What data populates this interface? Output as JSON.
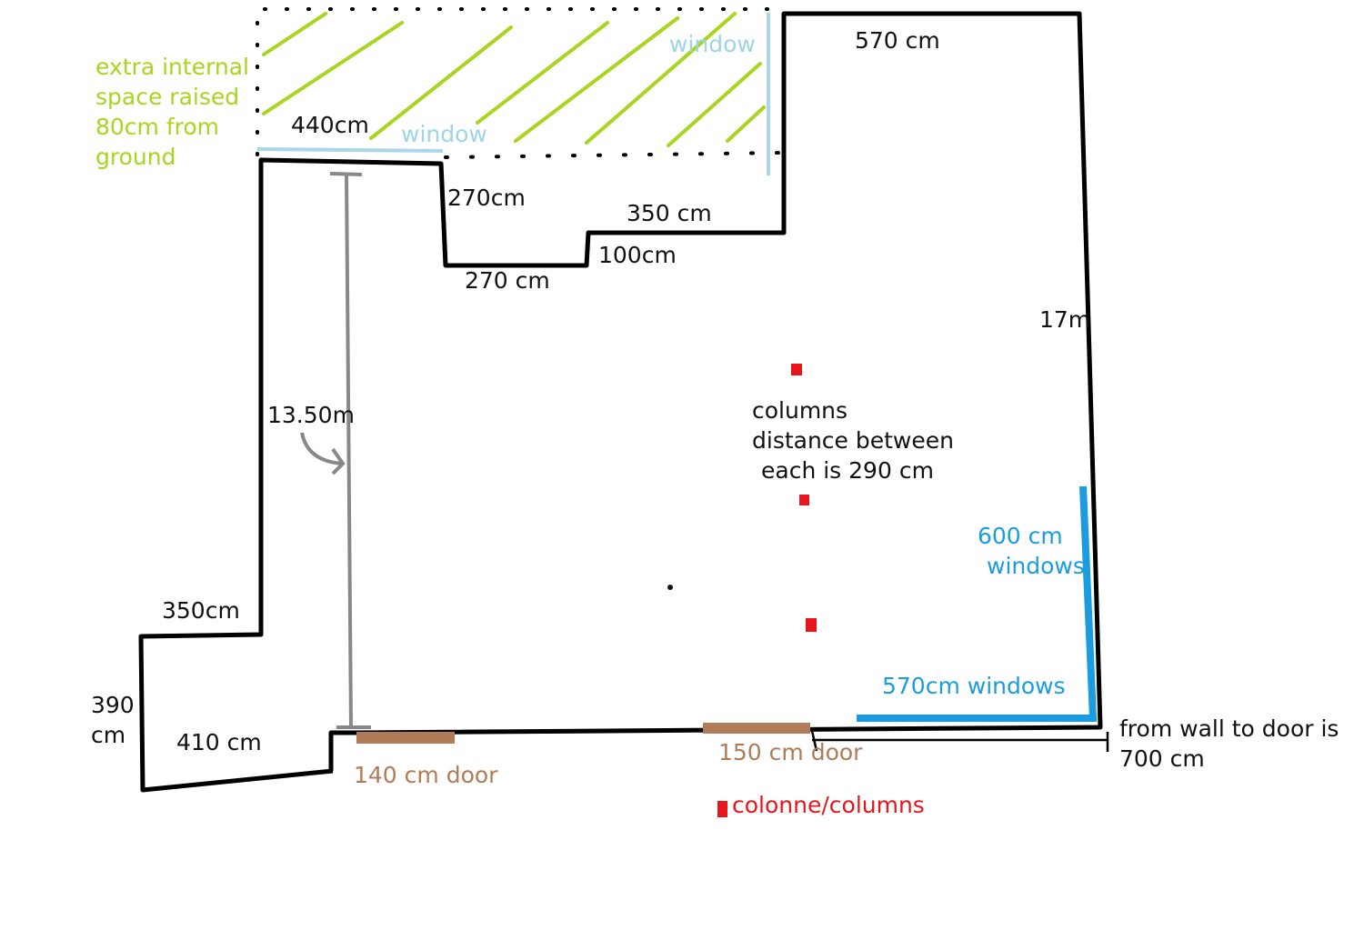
{
  "colors": {
    "wall": "#000000",
    "window_light": "#a8d8ea",
    "window_blue": "#1a9de0",
    "door": "#b07c58",
    "column": "#e8151c",
    "raised_area": "#a8d520",
    "dimension_line": "#888888"
  },
  "labels": {
    "raised_area": [
      "extra internal",
      "space raised",
      "80cm from",
      "ground"
    ],
    "dim_440": "440cm",
    "window_top": "window",
    "window_bottom": "window",
    "dim_570_top": "570 cm",
    "dim_270_a": "270cm",
    "dim_350_a": "350 cm",
    "dim_100": "100cm",
    "dim_270_b": "270 cm",
    "dim_17m": "17m",
    "dim_1350": "13.50m",
    "columns_note": [
      "columns",
      "distance between",
      "each is 290 cm"
    ],
    "windows_600": [
      "600 cm",
      "windows"
    ],
    "dim_350_b": "350cm",
    "dim_390": [
      "390",
      "cm"
    ],
    "dim_410": "410 cm",
    "windows_570": "570cm windows",
    "door_140": "140 cm door",
    "door_150": "150 cm door",
    "wall_to_door": [
      "from wall to door is",
      "700 cm"
    ],
    "legend_columns": "colonne/columns"
  }
}
